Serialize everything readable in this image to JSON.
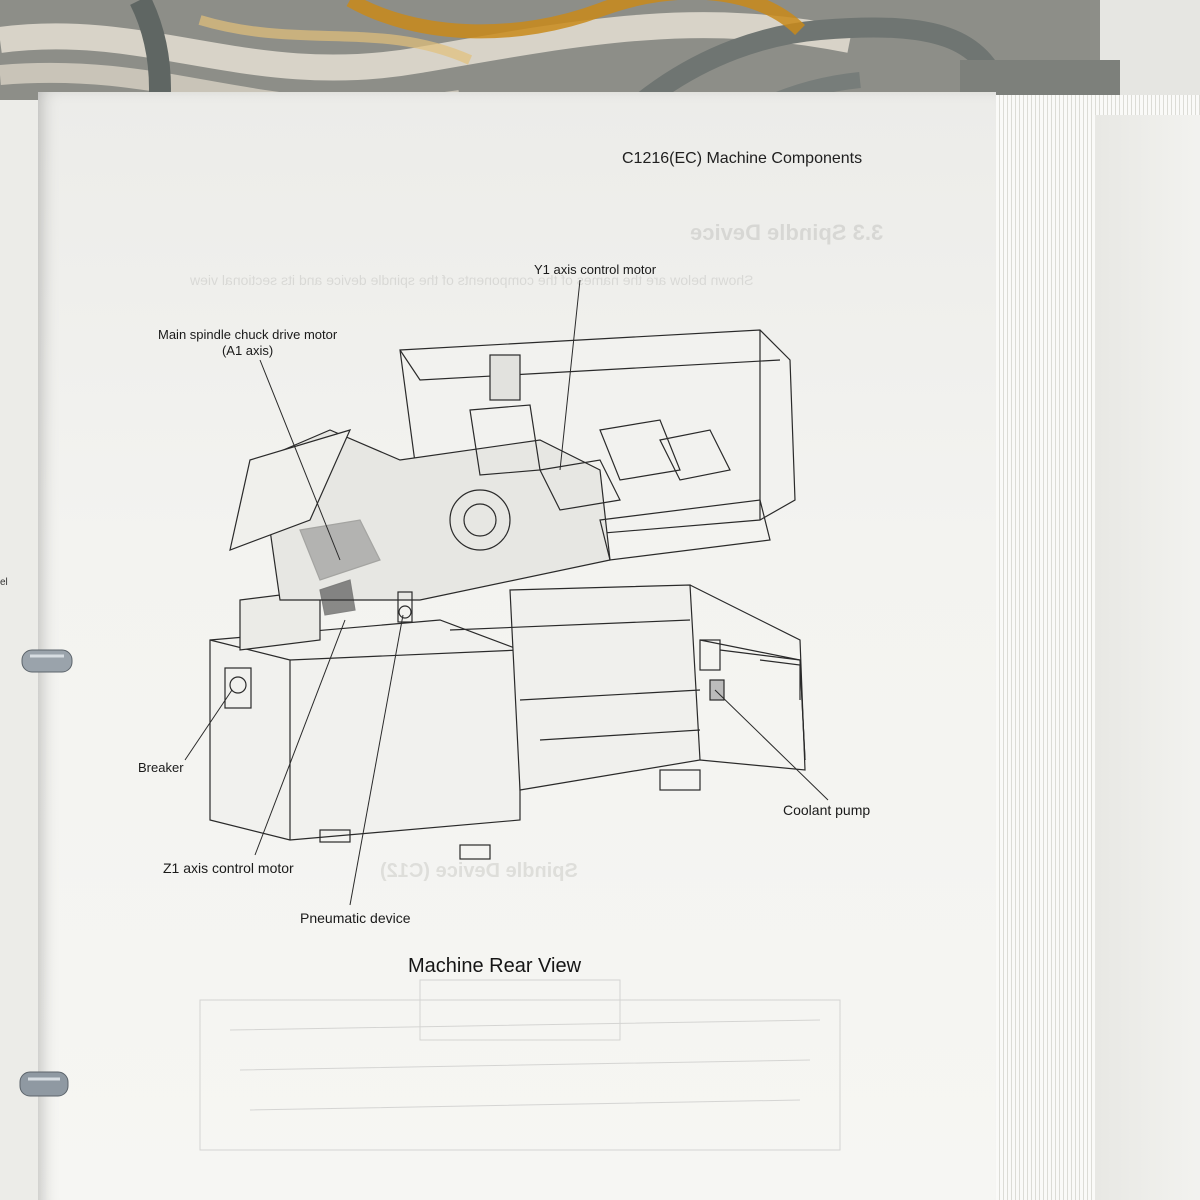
{
  "document": {
    "header": "C1216(EC) Machine Components",
    "labels": {
      "main_spindle_line1": "Main spindle chuck drive motor",
      "main_spindle_line2": "(A1 axis)",
      "y1_motor": "Y1 axis control motor",
      "breaker": "Breaker",
      "coolant_pump": "Coolant pump",
      "z1_motor": "Z1 axis control motor",
      "pneumatic": "Pneumatic device"
    },
    "section_title": "Machine Rear View",
    "show_through": {
      "heading": "3.3 Spindle Device",
      "line": "Shown below are the names of the components of the spindle device and its sectional view",
      "caption": "Spindle Device (C12)"
    },
    "left_page_fragment": "el"
  },
  "colors": {
    "paper": "#f3f3f0",
    "ink": "#1a1a1a",
    "cable_amber": "#c98a1a",
    "cable_gray": "#6f7572"
  }
}
